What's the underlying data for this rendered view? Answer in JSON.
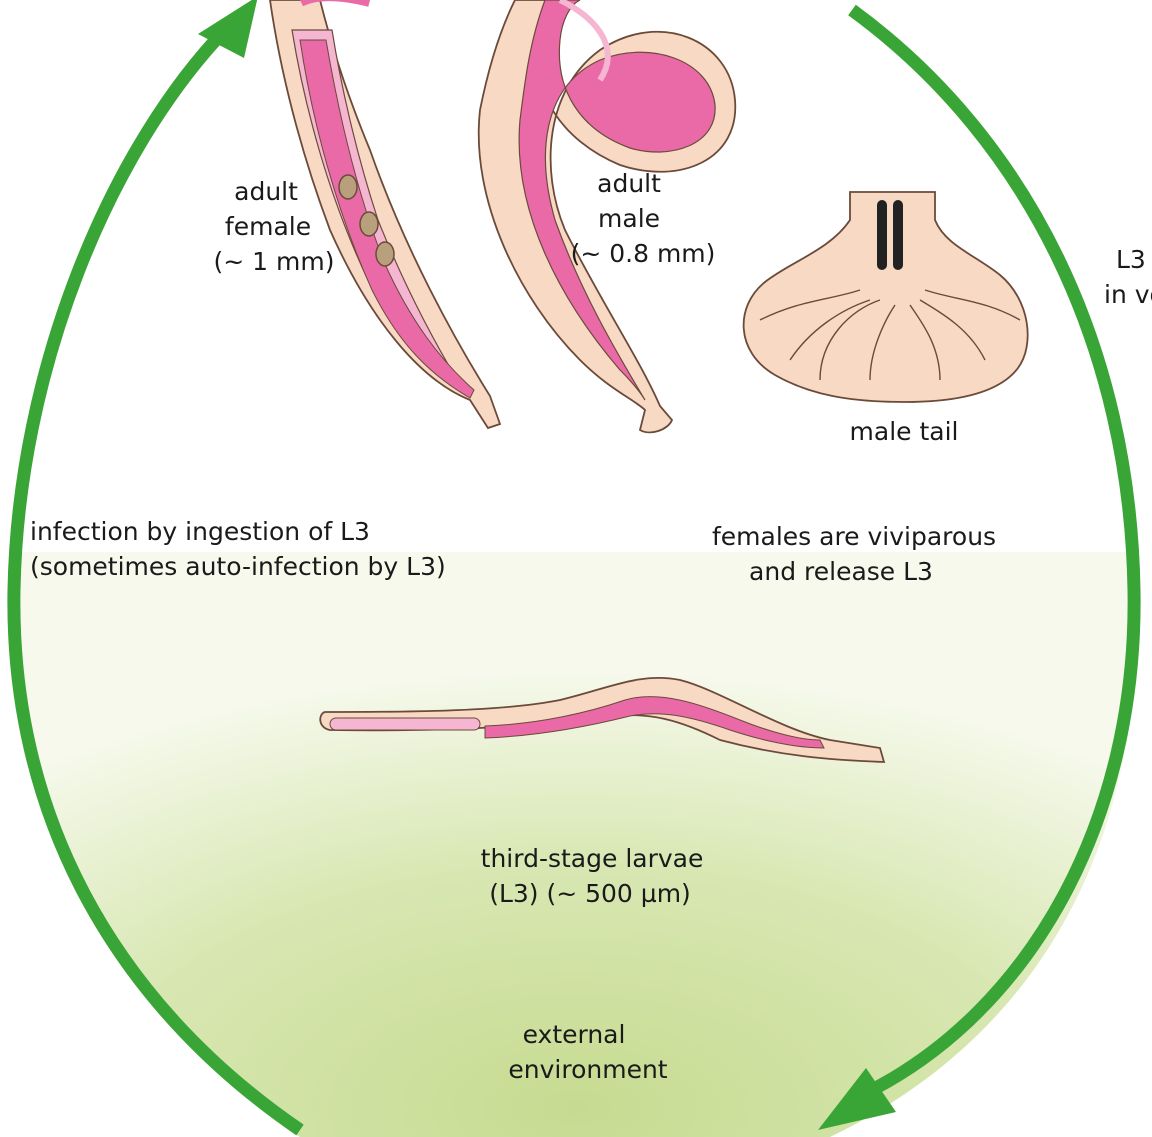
{
  "labels": {
    "adult_female": [
      "adult",
      "female",
      "(~ 1 mm)"
    ],
    "adult_male": [
      "adult",
      "male",
      "(~ 0.8 mm)"
    ],
    "male_tail": "male tail",
    "infection": [
      "infection by ingestion of L3",
      "(sometimes auto-infection by L3)"
    ],
    "viviparous": [
      "females are viviparous",
      "and release L3"
    ],
    "larvae": [
      "third-stage larvae",
      "(L3)  (~ 500 µm)"
    ],
    "environment": [
      "external",
      "environment"
    ],
    "edge_cut": [
      "L3",
      "in vo"
    ]
  },
  "colors": {
    "arrow": "#3aa537",
    "body": "#f7d9c4",
    "outline": "#6b4a3a",
    "gut": "#e96aa6",
    "gut_light": "#f5b6d2",
    "egg": "#b9a07c",
    "env_green": "#c9dd98",
    "spicule": "#222222"
  },
  "icons": [
    "cycle-arrow-left",
    "cycle-arrow-right",
    "adult-female-worm",
    "adult-male-worm",
    "male-tail-bursa",
    "l3-larva"
  ]
}
